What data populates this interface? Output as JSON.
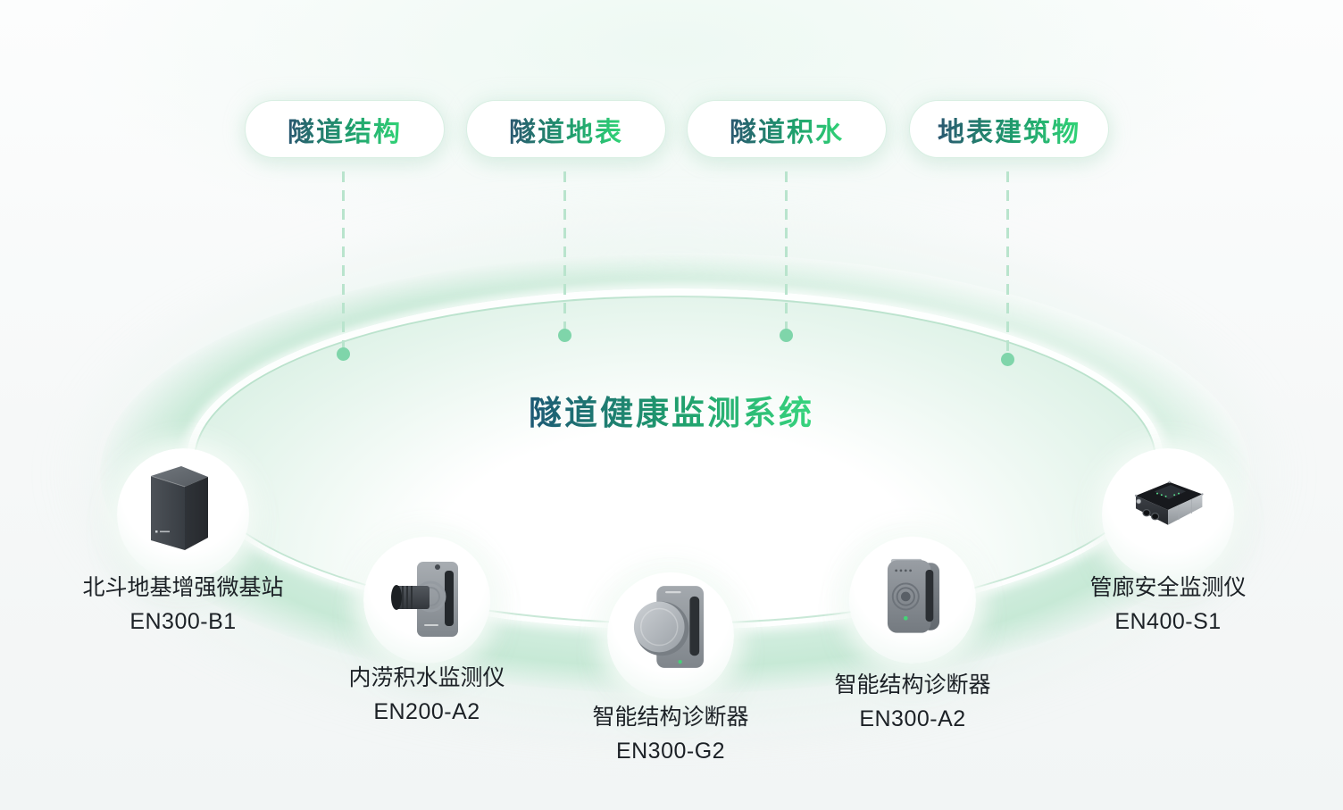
{
  "diagram": {
    "title": "隧道健康监测系统",
    "categories": [
      {
        "label": "隧道结构"
      },
      {
        "label": "隧道地表"
      },
      {
        "label": "隧道积水"
      },
      {
        "label": "地表建筑物"
      }
    ],
    "devices": [
      {
        "name": "北斗地基增强微基站",
        "model": "EN300-B1",
        "icon": "beidou-micro-base-station"
      },
      {
        "name": "内涝积水监测仪",
        "model": "EN200-A2",
        "icon": "waterlogging-monitor"
      },
      {
        "name": "智能结构诊断器",
        "model": "EN300-G2",
        "icon": "smart-structure-diagnoser"
      },
      {
        "name": "智能结构诊断器",
        "model": "EN300-A2",
        "icon": "smart-structure-diagnoser"
      },
      {
        "name": "管廊安全监测仪",
        "model": "EN400-S1",
        "icon": "pipe-gallery-safety-monitor"
      }
    ],
    "colors": {
      "accent_green": "#35d57c",
      "accent_teal": "#1d5875",
      "ring_green": "#c7e9d6",
      "dash_green": "#b9e4cd",
      "dot_green": "#7fd5aa",
      "label_text": "#1c2126",
      "pill_border": "#d9efe3"
    }
  }
}
